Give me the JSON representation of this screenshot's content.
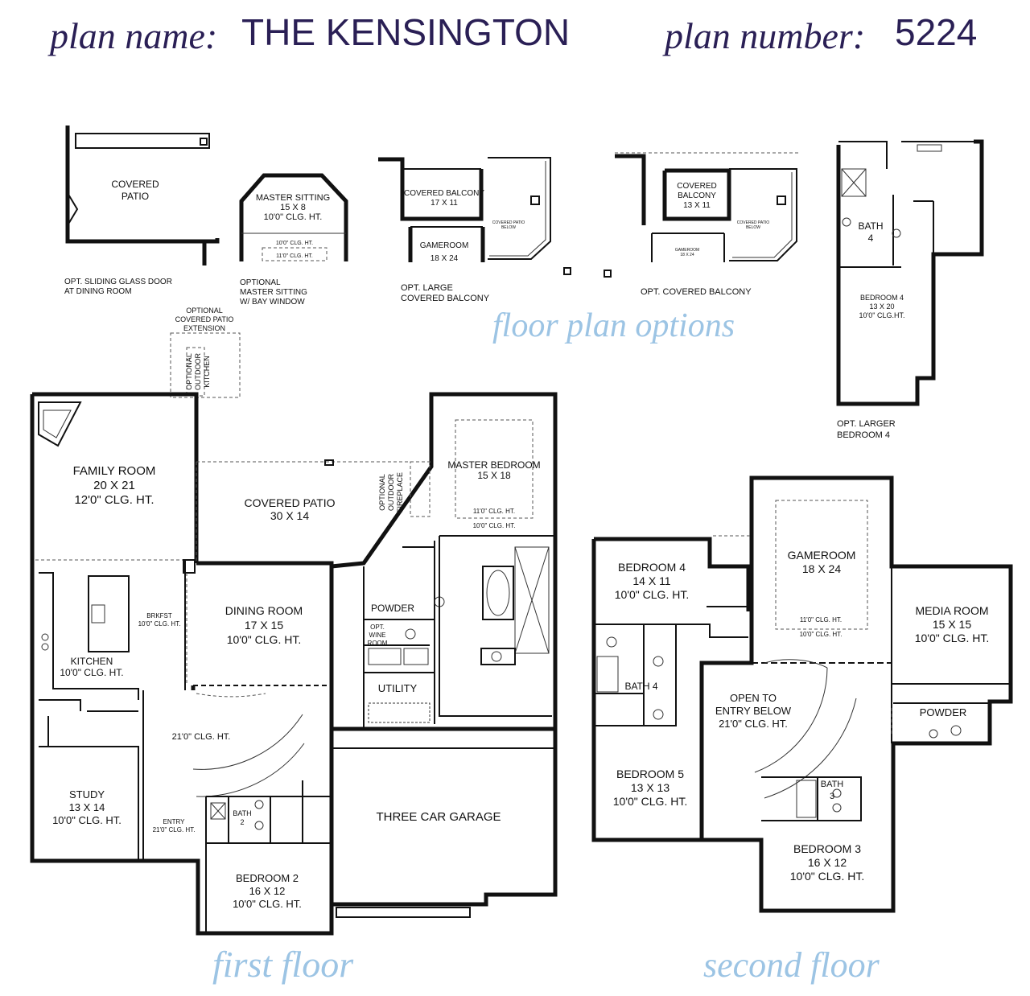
{
  "header": {
    "plan_name_label": "plan name:",
    "plan_name": "THE KENSINGTON",
    "plan_number_label": "plan number:",
    "plan_number": "5224"
  },
  "titles": {
    "options": "floor plan options",
    "first_floor": "first floor",
    "second_floor": "second floor"
  },
  "options": {
    "sliding_door": {
      "room": [
        "COVERED",
        "PATIO"
      ],
      "caption": [
        "OPT. SLIDING GLASS DOOR",
        "AT DINING ROOM"
      ]
    },
    "master_sitting": {
      "room": [
        "MASTER SITTING",
        "15 X 8",
        "10'0\" CLG. HT."
      ],
      "clg_a": "10'0\" CLG. HT.",
      "clg_b": "11'0\" CLG. HT.",
      "caption": [
        "OPTIONAL",
        "MASTER SITTING",
        "W/ BAY WINDOW"
      ]
    },
    "large_balcony": {
      "balcony": [
        "COVERED BALCONY",
        "17 X 11"
      ],
      "gameroom": [
        "GAMEROOM",
        "18 X 24"
      ],
      "patio_below": [
        "COVERED PATIO",
        "BELOW"
      ],
      "caption": [
        "OPT. LARGE",
        "COVERED BALCONY"
      ]
    },
    "covered_balcony": {
      "balcony": [
        "COVERED",
        "BALCONY",
        "13 X 11"
      ],
      "gameroom": [
        "GAMEROOM",
        "18 X 24"
      ],
      "patio_below": [
        "COVERED PATIO",
        "BELOW"
      ],
      "caption": [
        "OPT. COVERED BALCONY"
      ]
    },
    "larger_bedroom": {
      "bath": [
        "BATH",
        "4"
      ],
      "bedroom": [
        "BEDROOM 4",
        "13 X 20",
        "10'0\" CLG.HT."
      ],
      "caption": [
        "OPT. LARGER",
        "BEDROOM 4"
      ]
    }
  },
  "first_floor": {
    "opt_patio_ext": [
      "OPTIONAL",
      "COVERED PATIO",
      "EXTENSION"
    ],
    "opt_kitchen": [
      "OPTIONAL",
      "OUTDOOR",
      "KITCHEN"
    ],
    "opt_fireplace": [
      "OPTIONAL",
      "OUTDOOR",
      "FIREPLACE"
    ],
    "family_room": [
      "FAMILY ROOM",
      "20 X 21",
      "12'0\" CLG. HT."
    ],
    "covered_patio": [
      "COVERED PATIO",
      "30 X 14"
    ],
    "master_bedroom": [
      "MASTER BEDROOM",
      "15 X 18"
    ],
    "master_clg_a": "11'0\" CLG. HT.",
    "master_clg_b": "10'0\" CLG. HT.",
    "brkfst": [
      "BRKFST",
      "10'0\" CLG. HT."
    ],
    "dining_room": [
      "DINING ROOM",
      "17 X 15",
      "10'0\" CLG. HT."
    ],
    "powder": "POWDER",
    "wine_room": [
      "OPT.",
      "WINE",
      "ROOM"
    ],
    "kitchen": [
      "KITCHEN",
      "10'0\" CLG. HT."
    ],
    "utility": "UTILITY",
    "foyer_clg": "21'0\" CLG. HT.",
    "study": [
      "STUDY",
      "13 X 14",
      "10'0\" CLG. HT."
    ],
    "entry": [
      "ENTRY",
      "21'0\" CLG. HT."
    ],
    "bath2": [
      "BATH",
      "2"
    ],
    "garage": "THREE CAR GARAGE",
    "bedroom2": [
      "BEDROOM 2",
      "16 X 12",
      "10'0\" CLG. HT."
    ]
  },
  "second_floor": {
    "bedroom4": [
      "BEDROOM 4",
      "14 X 11",
      "10'0\" CLG. HT."
    ],
    "gameroom": [
      "GAMEROOM",
      "18 X 24"
    ],
    "game_clg_a": "11'0\" CLG. HT.",
    "game_clg_b": "10'0\" CLG. HT.",
    "media_room": [
      "MEDIA ROOM",
      "15 X 15",
      "10'0\" CLG. HT."
    ],
    "bath4": "BATH 4",
    "open_entry": [
      "OPEN TO",
      "ENTRY BELOW",
      "21'0\" CLG. HT."
    ],
    "powder": "POWDER",
    "bedroom5": [
      "BEDROOM 5",
      "13 X 13",
      "10'0\" CLG. HT."
    ],
    "bath3": [
      "BATH",
      "3"
    ],
    "bedroom3": [
      "BEDROOM 3",
      "16 X 12",
      "10'0\" CLG. HT."
    ]
  }
}
